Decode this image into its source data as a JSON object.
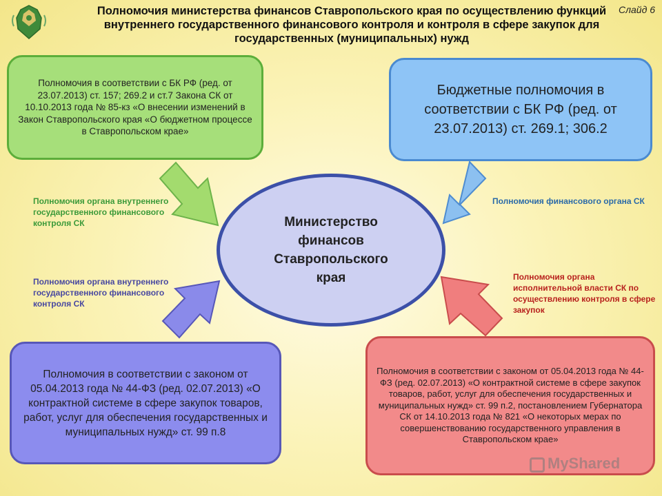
{
  "slide": {
    "title": "Полномочия министерства финансов Ставропольского края по осуществлению функций внутреннего государственного финансового контроля и контроля в сфере закупок для государственных (муниципальных) нужд",
    "slide_label": "Слайд 6"
  },
  "center": {
    "text": "Министерство финансов Ставропольского края"
  },
  "boxes": {
    "green": "Полномочия в соответствии с БК РФ (ред. от 23.07.2013) ст. 157; 269.2 и ст.7 Закона СК от 10.10.2013 года № 85-кз «О внесении изменений в Закон Ставропольского края «О бюджетном процессе в Ставропольском крае»",
    "blue": "Бюджетные полномочия в соответствии с БК РФ (ред. от 23.07.2013) ст. 269.1; 306.2",
    "purple": "Полномочия в соответствии с законом от 05.04.2013 года № 44-ФЗ (ред. 02.07.2013) «О контрактной системе в сфере закупок товаров, работ, услуг для обеспечения государственных и муниципальных нужд» ст. 99 п.8",
    "red": "Полномочия в соответствии с законом от 05.04.2013 года № 44-ФЗ (ред. 02.07.2013) «О контрактной системе в сфере закупок товаров, работ, услуг для обеспечения государственных и муниципальных нужд» ст. 99 п.2, постановлением Губернатора СК от 14.10.2013 года № 821 «О некоторых мерах по совершенствованию государственного управления в Ставропольском крае»"
  },
  "captions": {
    "green": "Полномочия органа внутреннего государственного финансового контроля СК",
    "blue": "Полномочия финансового органа СК",
    "purple": "Полномочия органа внутреннего государственного финансового контроля СК",
    "red": "Полномочия органа исполнительной власти СК по осуществлению контроля в сфере закупок"
  },
  "watermark": "MyShared",
  "colors": {
    "green": "#a6df7a",
    "blue": "#8ec4f6",
    "purple": "#8c8cee",
    "red": "#f28a8a",
    "center": "#cdd0f2",
    "center_border": "#3c50a8"
  },
  "icons": {
    "logo": "coat-of-arms-emblem",
    "arrows": [
      "arrow-down-right-green",
      "arrow-down-left-blue",
      "arrow-up-right-purple",
      "arrow-up-left-red"
    ]
  }
}
